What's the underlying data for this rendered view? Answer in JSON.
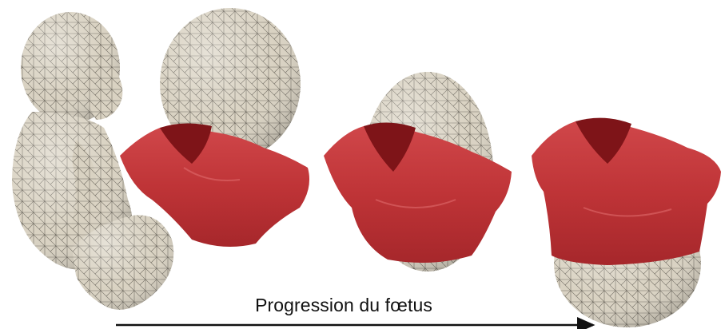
{
  "caption": "Progression du fœtus",
  "colors": {
    "mesh_fill": "#d9d2c2",
    "mesh_line": "#6f6a60",
    "pelvis_red": "#c0393b",
    "pelvis_dark": "#7e1418",
    "arrow": "#111111"
  },
  "stages": [
    "fetus-model",
    "head-entry",
    "head-mid-descent",
    "head-exit"
  ]
}
